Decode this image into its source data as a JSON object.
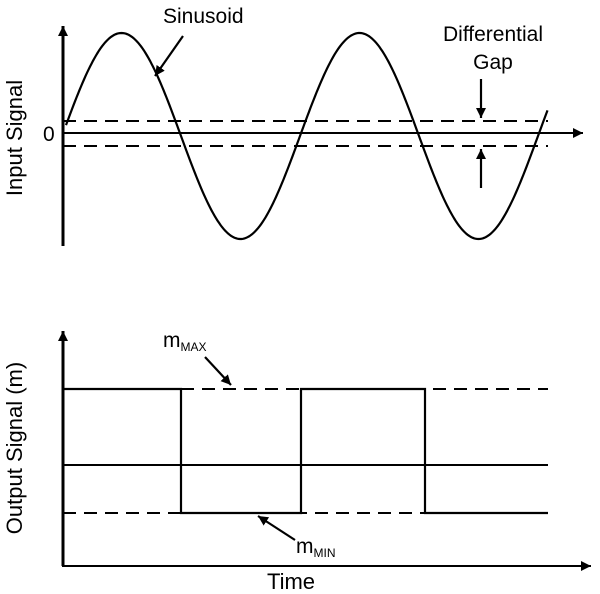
{
  "top_plot": {
    "y_axis_label": "Input Signal",
    "zero_label": "0",
    "curve_label": "Sinusoid",
    "gap_label_line1": "Differential",
    "gap_label_line2": "Gap"
  },
  "bottom_plot": {
    "y_axis_label": "Output Signal (m)",
    "x_axis_label": "Time",
    "max_label": {
      "base": "m",
      "sub": "MAX"
    },
    "min_label": {
      "base": "m",
      "sub": "MIN"
    }
  },
  "colors": {
    "ink": "#000000",
    "background": "#ffffff"
  }
}
